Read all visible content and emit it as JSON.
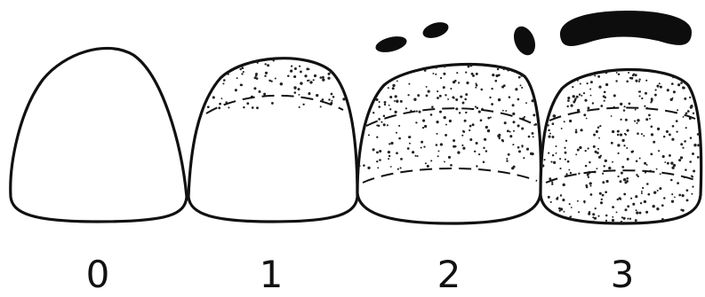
{
  "stages": [
    {
      "label": "0",
      "stipple_coverage": 0.0,
      "extra_deposits": 0
    },
    {
      "label": "1",
      "stipple_coverage": 0.33,
      "extra_deposits": 0
    },
    {
      "label": "2",
      "stipple_coverage": 0.67,
      "extra_deposits": 3
    },
    {
      "label": "3",
      "stipple_coverage": 1.0,
      "extra_deposits": 1
    }
  ],
  "colors": {
    "ink": "#111111",
    "background": "#ffffff"
  }
}
